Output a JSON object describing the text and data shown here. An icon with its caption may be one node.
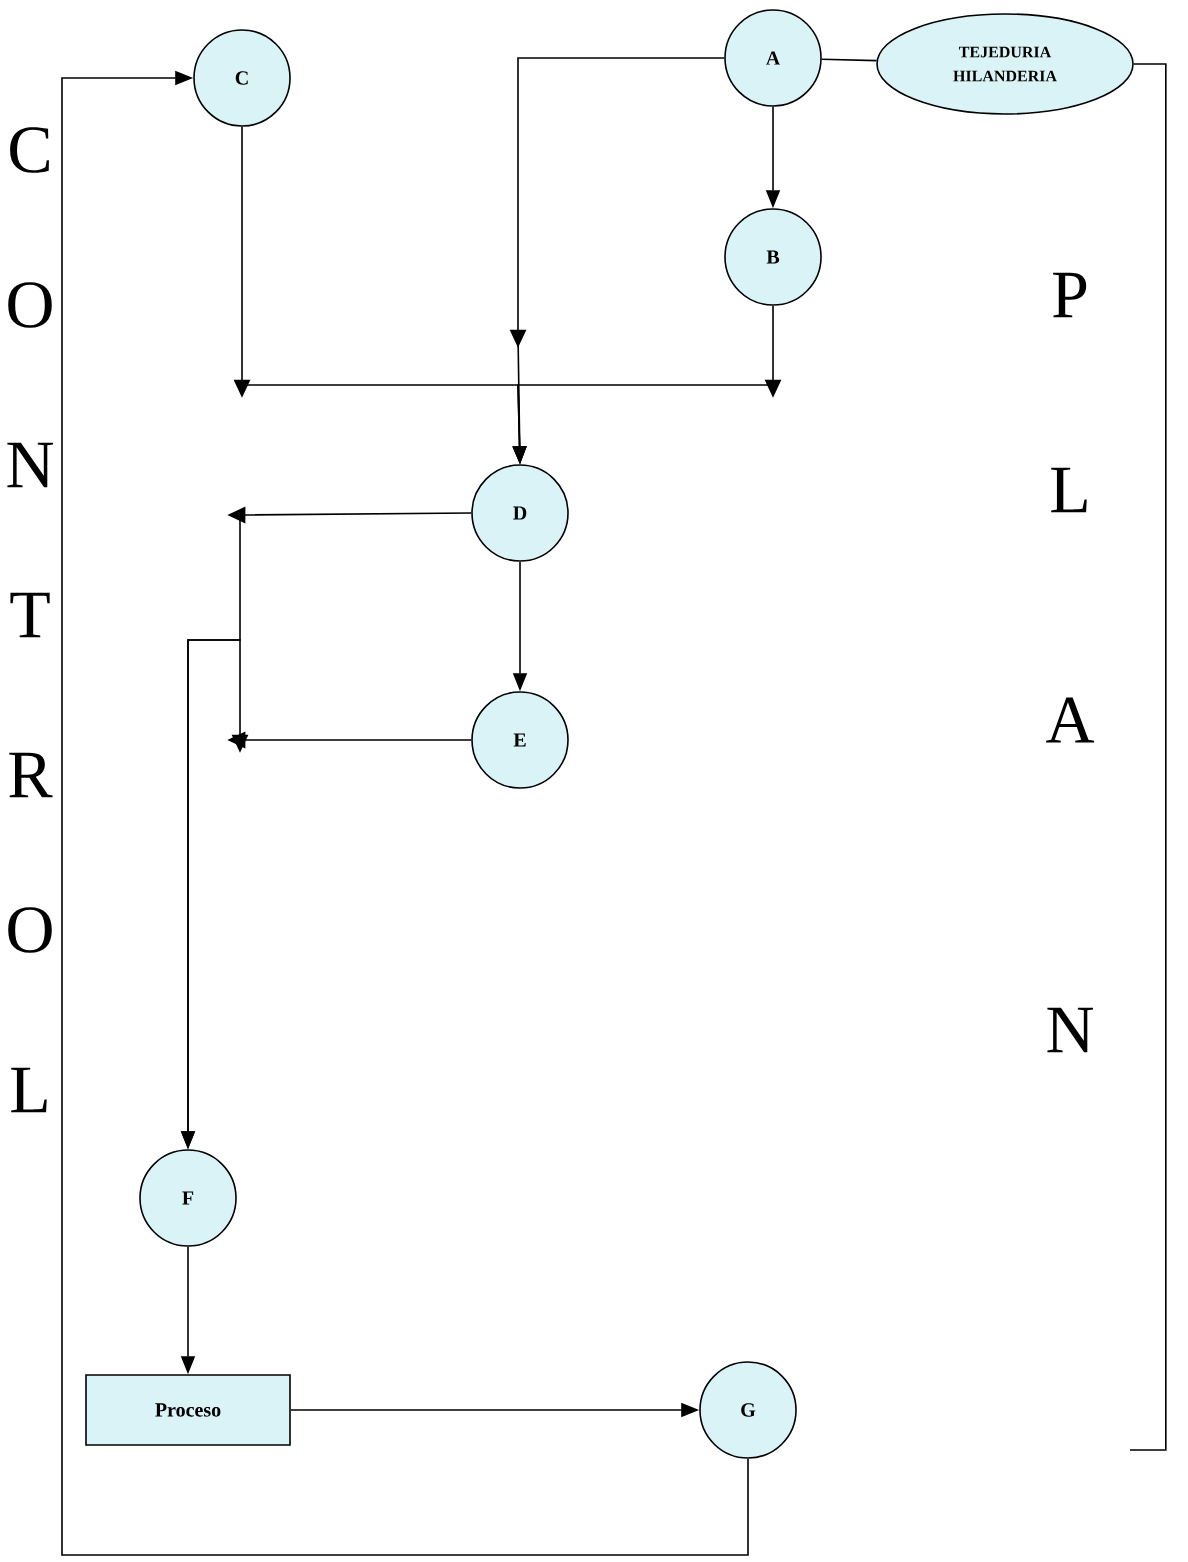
{
  "diagram": {
    "nodes": [
      {
        "text": [
          "C"
        ]
      },
      {
        "text": [
          "A"
        ]
      },
      {
        "text": [
          "TEJEDURIA HILANDERIA"
        ]
      },
      {
        "text": [
          "B"
        ]
      },
      {
        "text": [
          "D"
        ]
      },
      {
        "text": [
          "E"
        ]
      },
      {
        "text": [
          "F"
        ]
      },
      {
        "text": [
          "Proceso"
        ]
      },
      {
        "text": [
          "G"
        ]
      }
    ],
    "edges": [
      {
        "from": 1,
        "to": 2,
        "arrow": "none"
      },
      {
        "from": 2,
        "to": null,
        "arrow": "none"
      },
      {
        "from": 1,
        "to": 3,
        "arrow": "to"
      },
      {
        "from": 1,
        "to": 4,
        "arrow": "to"
      },
      {
        "from": 0,
        "to": 4,
        "arrow": "to"
      },
      {
        "from": 3,
        "to": 4,
        "arrow": "to"
      },
      {
        "from": 4,
        "to": 5,
        "arrow": "to"
      },
      {
        "from": 4,
        "to": 6,
        "arrow": "to"
      },
      {
        "from": 5,
        "to": 6,
        "arrow": "to"
      },
      {
        "from": 6,
        "to": 7,
        "arrow": "to"
      },
      {
        "from": 7,
        "to": 8,
        "arrow": "to"
      },
      {
        "from": 8,
        "to": 0,
        "arrow": "to"
      }
    ],
    "labels": [
      "C",
      "O",
      "N",
      "T",
      "R",
      "O",
      "L",
      "P",
      "L",
      "A",
      "N"
    ]
  }
}
